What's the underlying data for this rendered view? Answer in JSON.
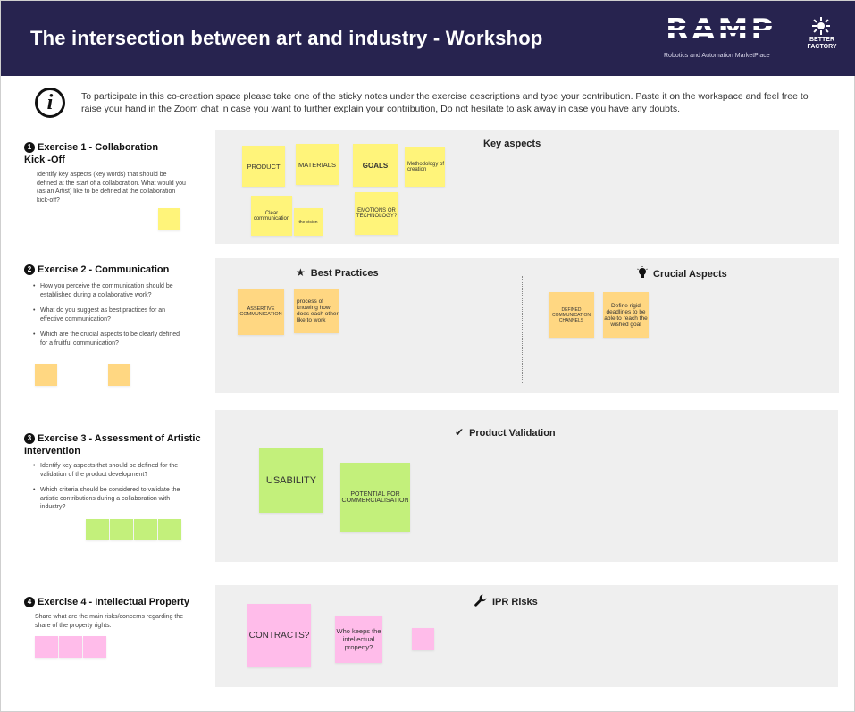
{
  "header": {
    "title": "The intersection between art and industry - Workshop",
    "logo_text": "RAMP",
    "logo_tagline": "Robotics and Automation MarketPlace",
    "partner_logo_text": "BETTER FACTORY",
    "background_color": "#27234f"
  },
  "instructions": {
    "icon": "info-icon",
    "text": "To participate in this co-creation space please take one of the sticky notes under the exercise descriptions and type your contribution. Paste it on the workspace and feel free to raise your hand in the Zoom chat in case you want to further explain your contribution, Do not hesitate to ask away in case you have any doubts."
  },
  "exercises": [
    {
      "number": "1",
      "title": "Exercise 1 - Collaboration Kick -Off",
      "description": "Identify key aspects (key words) that should be defined at the start of a collaboration. What would you (as an Artist) like to be defined at the collaboration kick-off?",
      "panel_title": "Key aspects",
      "notes": [
        "PRODUCT",
        "MATERIALS",
        "GOALS",
        "Methodology of creation",
        "Clear communication",
        "the vision",
        "EMOTIONS OR TECHNOLOGY?"
      ]
    },
    {
      "number": "2",
      "title": "Exercise 2 - Communication",
      "bullets": [
        "How you perceive the communication should be established during a collaborative work?",
        "What do you suggest as best practices for an effective communication?",
        "Which are the crucial aspects to be clearly defined for a fruitful communication?"
      ],
      "panel_title_left": "Best Practices",
      "panel_title_right": "Crucial Aspects",
      "notes_left": [
        "ASSERTIVE COMMUNICATION",
        "process of knowing how does each other like to work"
      ],
      "notes_right": [
        "DEFINED COMMUNICATION CHANNELS",
        "Define rigid deadlines  to be able to reach the wished goal"
      ]
    },
    {
      "number": "3",
      "title": "Exercise 3 - Assessment of Artistic Intervention",
      "bullets": [
        "Identify key aspects that should be defined for the validation of the product development?",
        "Which criteria should be considered to validate the artistic contributions during a collaboration with industry?"
      ],
      "panel_title": "Product Validation",
      "notes": [
        "USABILITY",
        "POTENTIAL FOR COMMERCIALISATION"
      ]
    },
    {
      "number": "4",
      "title": "Exercise 4 - Intellectual Property",
      "description": "Share what are the main risks/concerns regarding the share of the property rights.",
      "panel_title": "IPR Risks",
      "notes": [
        "CONTRACTS?",
        "Who keeps the intellectual property?"
      ]
    }
  ],
  "colors": {
    "yellow_note": "#fff47a",
    "orange_note": "#ffd782",
    "green_note": "#c3f07b",
    "pink_note": "#ffbcea",
    "panel": "#efefef"
  }
}
